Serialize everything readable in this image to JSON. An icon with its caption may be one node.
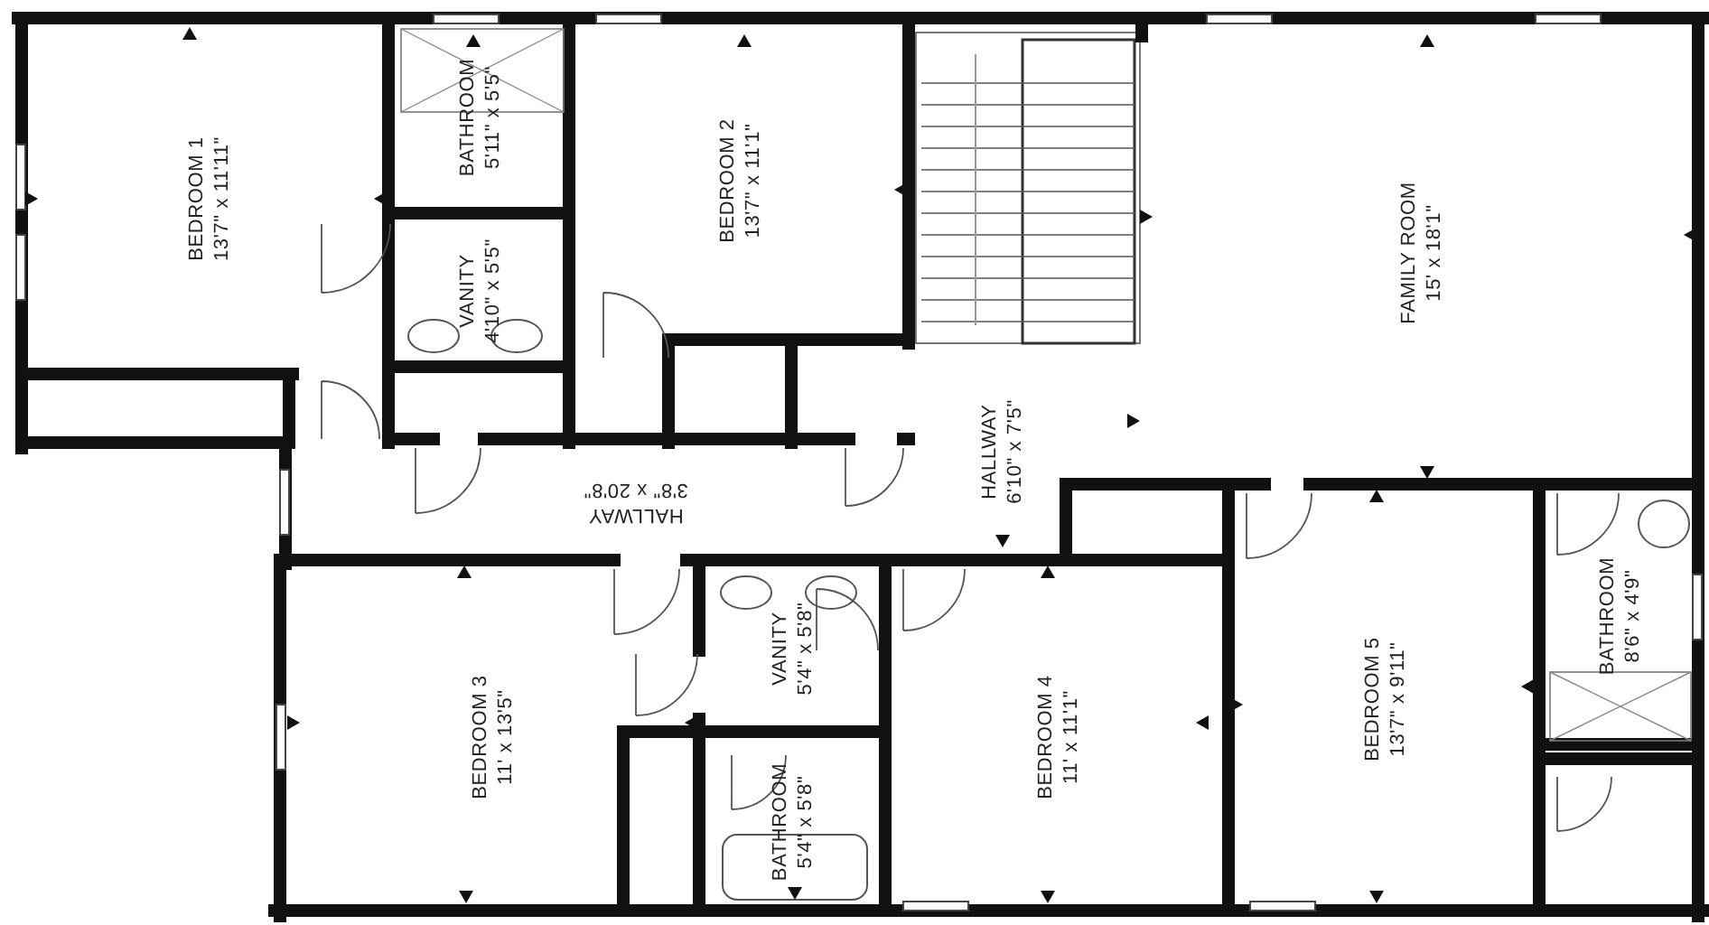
{
  "diagram": {
    "nodes": [
      {
        "text": [
          "BEDROOM 1",
          "13'7\" x 11'11\""
        ]
      },
      {
        "text": [
          "BATHROOM",
          "5'11\" x 5'5\""
        ]
      },
      {
        "text": [
          "VANITY",
          "4'10\" x 5'5\""
        ]
      },
      {
        "text": [
          "BEDROOM 2",
          "13'7\" x 11'1\""
        ]
      },
      {
        "text": [
          "FAMILY ROOM",
          "15' x 18'1\""
        ]
      },
      {
        "text": [
          "HALLWAY",
          "3'8\" x 20'8\""
        ]
      },
      {
        "text": [
          "HALLWAY",
          "6'10\" x 7'5\""
        ]
      },
      {
        "text": [
          "BEDROOM 3",
          "11' x 13'5\""
        ]
      },
      {
        "text": [
          "VANITY",
          "5'4\" x 5'8\""
        ]
      },
      {
        "text": [
          "BATHROOM",
          "5'4\" x 5'8\""
        ]
      },
      {
        "text": [
          "BEDROOM 4",
          "11' x 11'1\""
        ]
      },
      {
        "text": [
          "BEDROOM 5",
          "13'7\" x 9'11\""
        ]
      },
      {
        "text": [
          "BATHROOM",
          "8'6\" x 4'9\""
        ]
      }
    ]
  }
}
